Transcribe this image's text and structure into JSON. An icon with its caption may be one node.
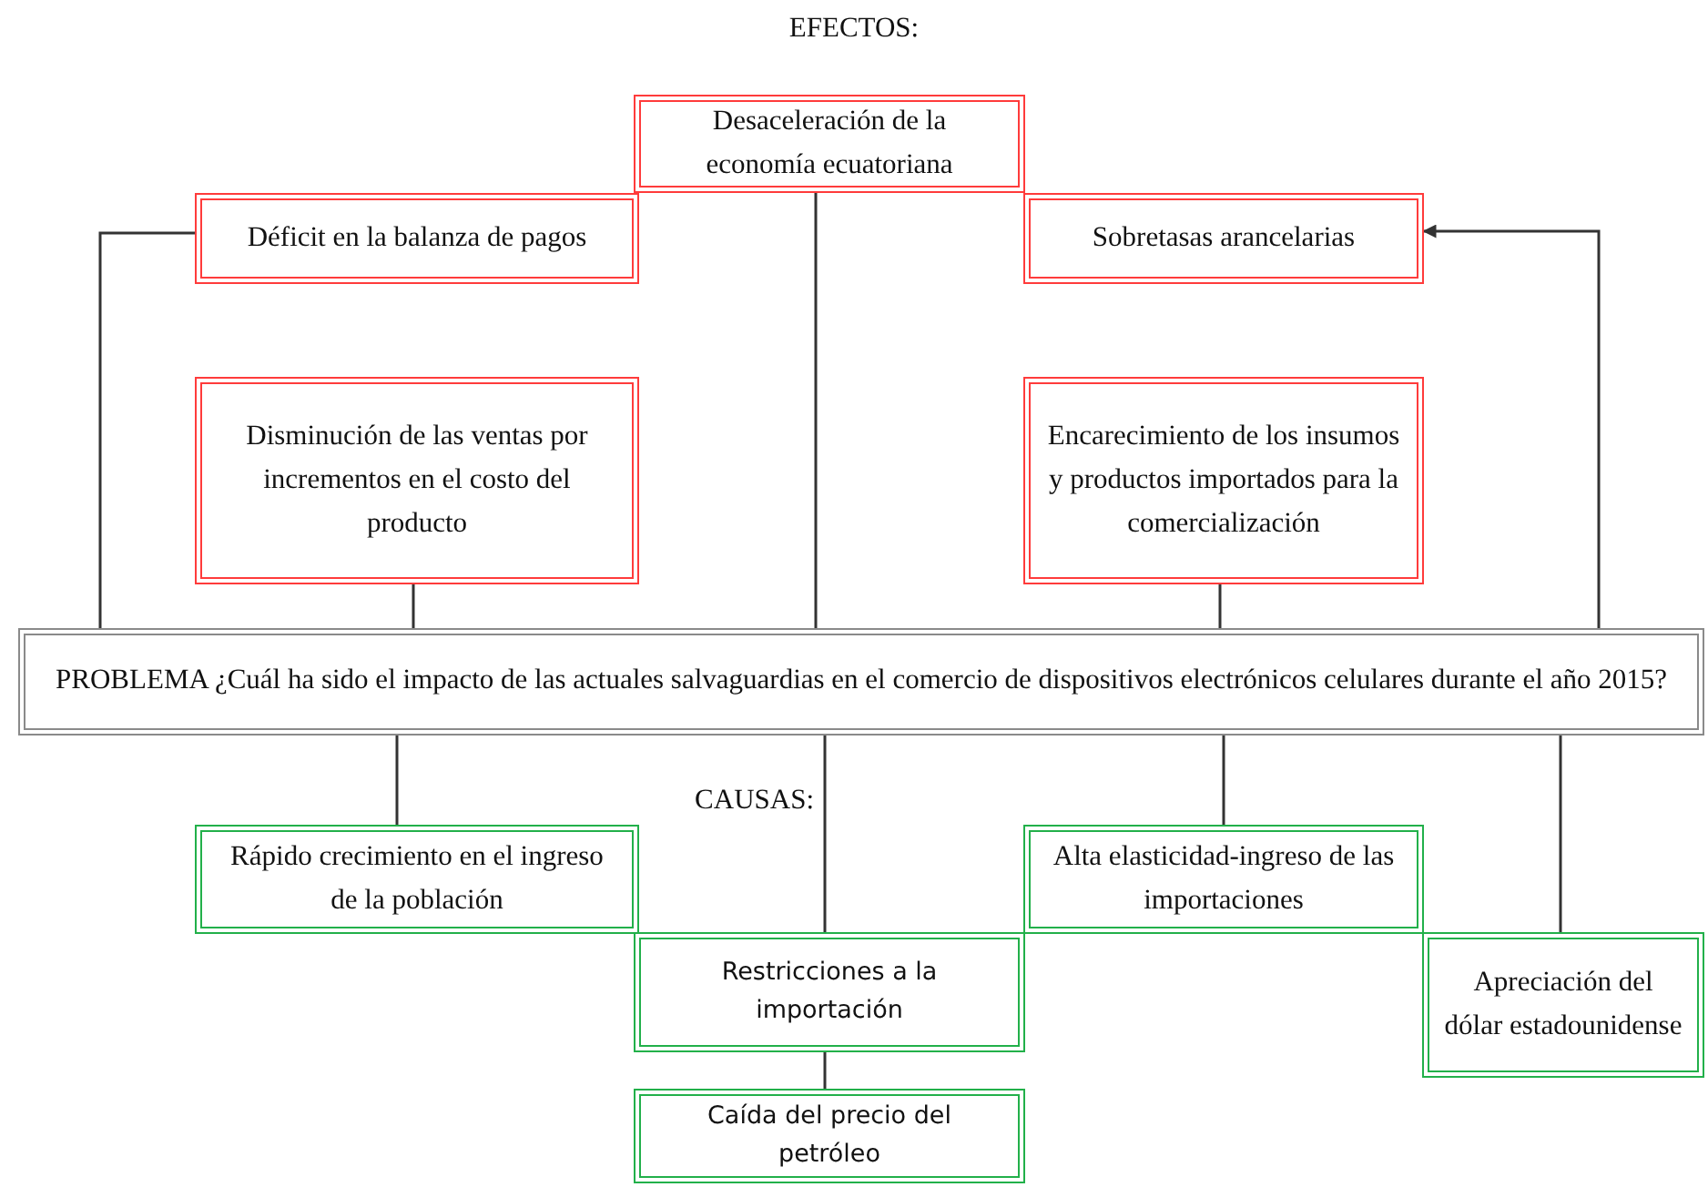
{
  "diagram": {
    "nodes": [
      {
        "text": [
          "Desaceleración de la economía ecuatoriana"
        ]
      },
      {
        "text": [
          "Déficit en la balanza de pagos"
        ]
      },
      {
        "text": [
          "Sobretasas arancelarias"
        ]
      },
      {
        "text": [
          "Disminución de las ventas por incrementos en el costo del producto"
        ]
      },
      {
        "text": [
          "Encarecimiento de los insumos y productos importados para la comercialización"
        ]
      },
      {
        "text": [
          "PROBLEMA ¿Cuál ha sido el impacto de las actuales salvaguardias en el comercio de dispositivos electrónicos celulares durante el año 2015?"
        ]
      },
      {
        "text": [
          "Rápido crecimiento en el ingreso de la población"
        ]
      },
      {
        "text": [
          "Alta elasticidad-ingreso de las importaciones"
        ]
      },
      {
        "text": [
          "Restricciones a la importación"
        ]
      },
      {
        "text": [
          "Apreciación del dólar estadounidense"
        ]
      },
      {
        "text": [
          "Caída del precio del petróleo"
        ]
      }
    ],
    "edges": [
      {
        "from": 5,
        "to": 1,
        "arrow": "none"
      },
      {
        "from": 3,
        "to": 5,
        "arrow": "none"
      },
      {
        "from": 0,
        "to": 5,
        "arrow": "none"
      },
      {
        "from": 4,
        "to": 5,
        "arrow": "none"
      },
      {
        "from": 5,
        "to": 2,
        "arrow": "to"
      },
      {
        "from": 5,
        "to": 6,
        "arrow": "none"
      },
      {
        "from": 5,
        "to": 8,
        "arrow": "none"
      },
      {
        "from": 5,
        "to": 7,
        "arrow": "none"
      },
      {
        "from": 5,
        "to": 9,
        "arrow": "none"
      },
      {
        "from": 8,
        "to": 10,
        "arrow": "none"
      }
    ],
    "labels": [
      "EFECTOS:",
      "CAUSAS:"
    ]
  }
}
